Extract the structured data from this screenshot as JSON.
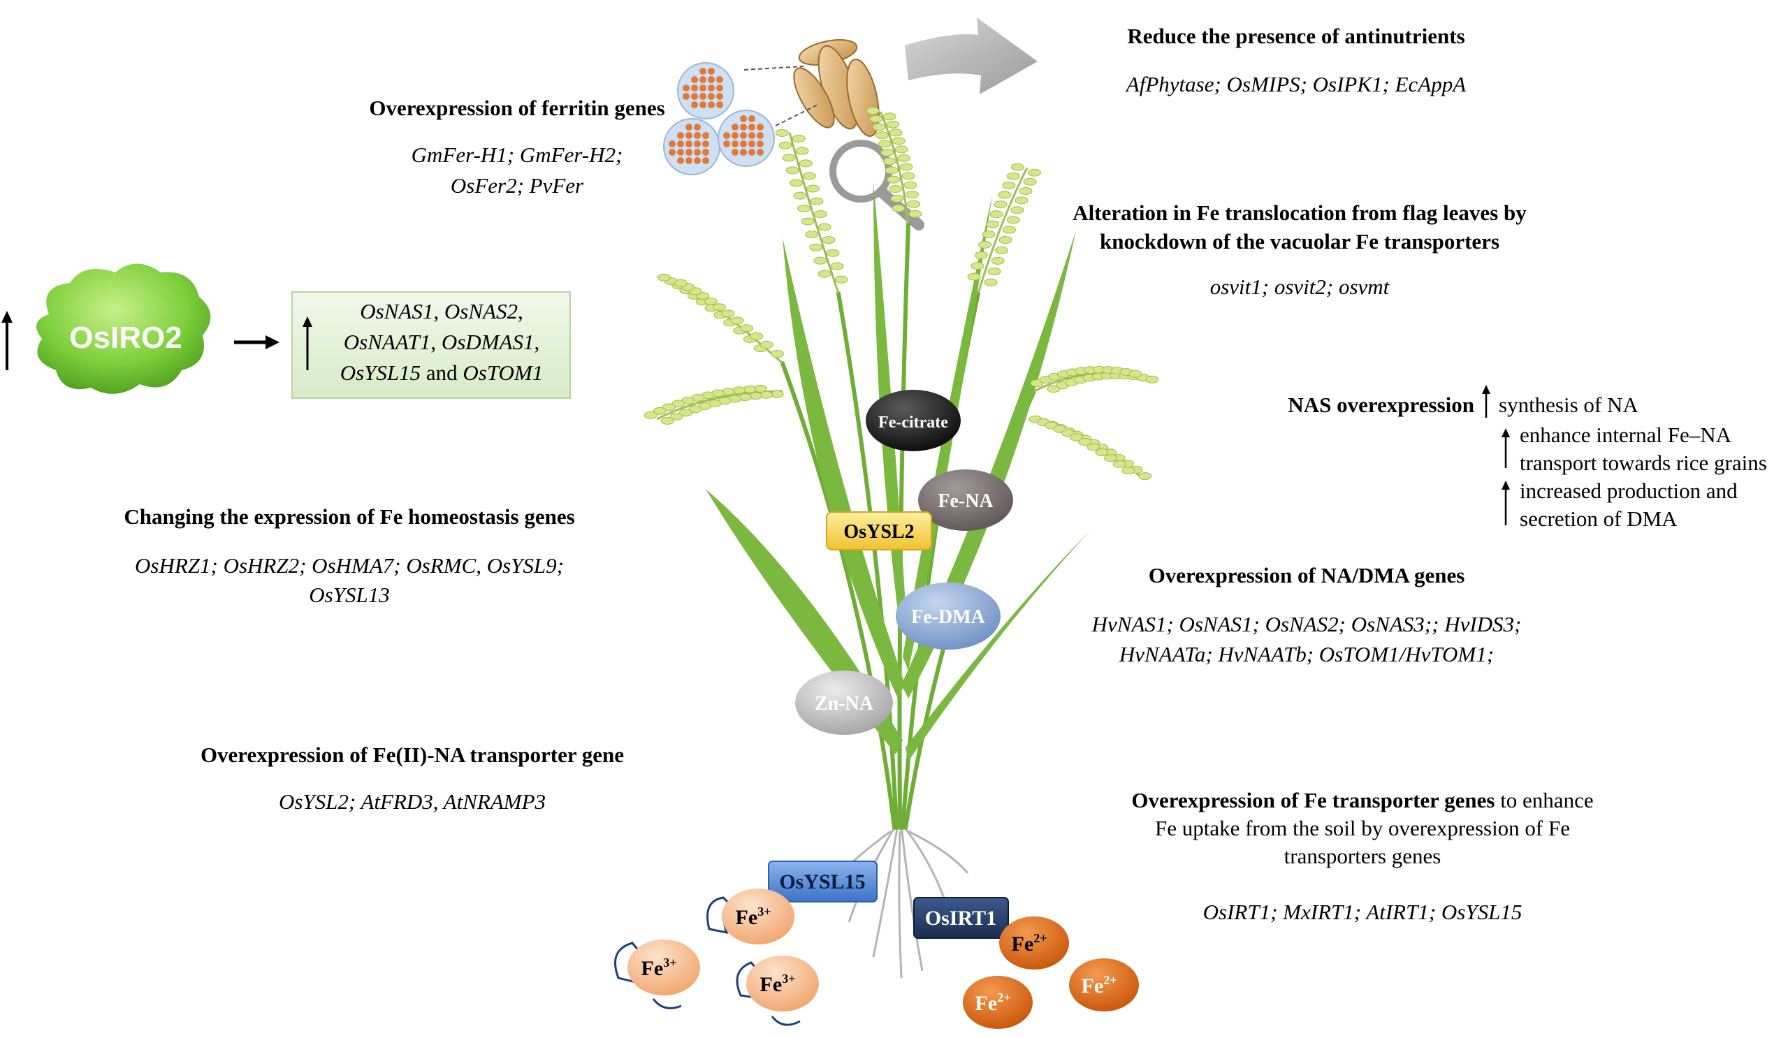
{
  "colors": {
    "iro_green": "#7ccf3a",
    "box_green": "#e4f2d8",
    "ysl2_yellow": "#f7d046",
    "fe_citrate": "#141414",
    "fe_na": "#6f6464",
    "fe_dma": "#7f9fcc",
    "zn_na": "#b9b9b9",
    "ysl15_blue": "#4f86d4",
    "irt1_navy": "#243b66",
    "fe3_peach": "#f5b987",
    "fe2_orange": "#e1650f",
    "grain_dot": "#e07a3c",
    "arrow_grey": "#b4b4b4"
  },
  "top_right": {
    "title": "Reduce the presence of antinutrients",
    "genes": "AfPhytase; OsMIPS; OsIPK1; EcAppA"
  },
  "ferritin": {
    "title": "Overexpression of ferritin genes",
    "genes_line1": "GmFer-H1; GmFer-H2;",
    "genes_line2": "OsFer2; PvFer"
  },
  "vacuolar": {
    "title_line1": "Alteration in Fe translocation from flag leaves by",
    "title_line2": "knockdown of the vacuolar Fe transporters",
    "genes": "osvit1; osvit2; osvmt"
  },
  "osiro2": {
    "label": "OsIRO2",
    "box_line1_a": "OsNAS1",
    "box_line1_b": ", ",
    "box_line1_c": "OsNAS2",
    "box_line1_d": ",",
    "box_line2_a": "OsNAAT1",
    "box_line2_b": ", ",
    "box_line2_c": "OsDMAS1",
    "box_line2_d": ",",
    "box_line3_a": "OsYSL15",
    "box_line3_b": " and ",
    "box_line3_c": "OsTOM1"
  },
  "nas": {
    "title": "NAS overexpression",
    "line1": "synthesis of NA",
    "line2": "enhance internal Fe–NA",
    "line3": "transport towards rice grains",
    "line4": "increased production and",
    "line5": "secretion of DMA"
  },
  "homeostasis": {
    "title": "Changing the expression of Fe homeostasis genes",
    "genes_line1": "OsHRZ1; OsHRZ2; OsHMA7; OsRMC, OsYSL9;",
    "genes_line2": "OsYSL13"
  },
  "na_dma": {
    "title": "Overexpression of NA/DMA genes",
    "genes_line1": "HvNAS1; OsNAS1; OsNAS2; OsNAS3;; HvIDS3;",
    "genes_line2": "HvNAATa; HvNAATb; OsTOM1/HvTOM1;"
  },
  "fe_na_transporter": {
    "title": "Overexpression of Fe(II)-NA transporter gene",
    "genes": "OsYSL2; AtFRD3, AtNRAMP3"
  },
  "fe_transporter": {
    "title_bold": "Overexpression of Fe transporter genes",
    "title_rest": " to enhance",
    "line2": "Fe uptake from the soil by overexpression of Fe",
    "line3": "transporters genes",
    "genes": "OsIRT1; MxIRT1; AtIRT1; OsYSL15"
  },
  "plant_labels": {
    "fe_citrate": "Fe-citrate",
    "fe_na": "Fe-NA",
    "osysl2": "OsYSL2",
    "fe_dma": "Fe-DMA",
    "zn_na": "Zn-NA",
    "osysl15": "OsYSL15",
    "osirt1": "OsIRT1"
  },
  "ions": {
    "fe": "Fe",
    "fe3_charge": "3+",
    "fe2_charge": "2+"
  }
}
